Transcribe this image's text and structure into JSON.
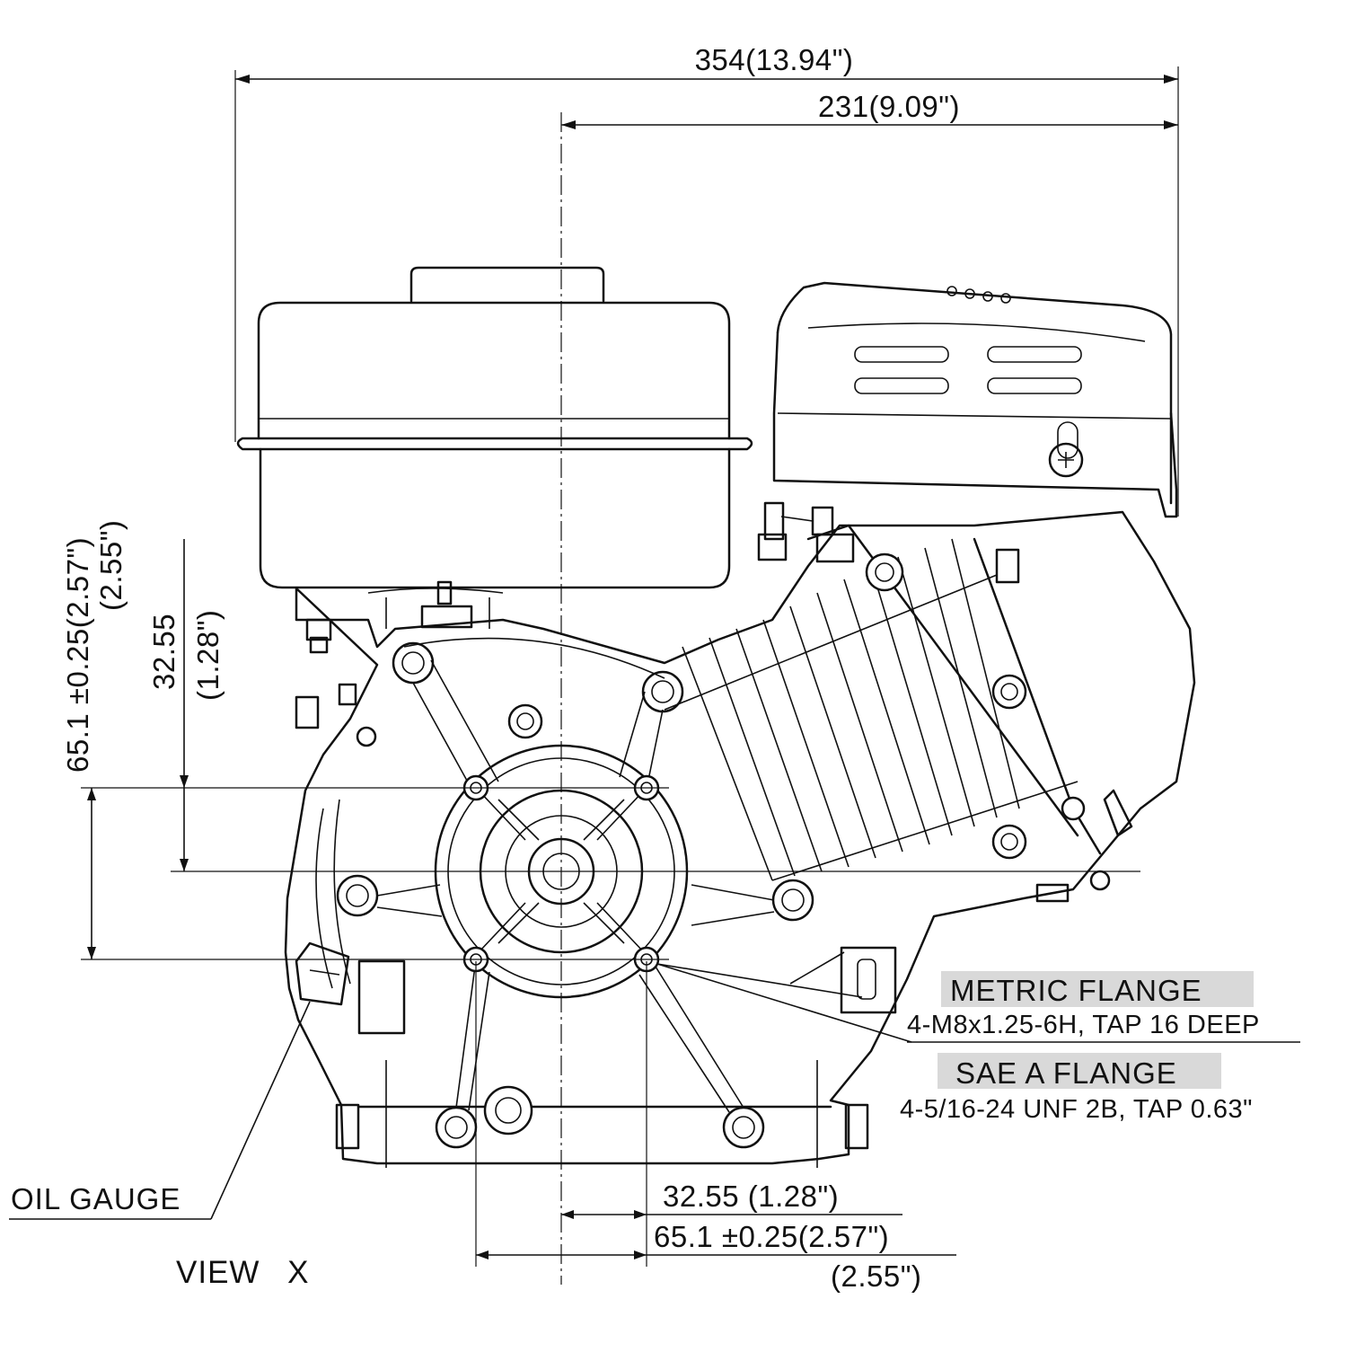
{
  "drawing": {
    "overall_width": "354(13.94\")",
    "shaft_to_right": "231(9.09\")",
    "vert_bolt_spacing": "65.1 ±0.25(2.57\")",
    "vert_bolt_spacing_alt": "(2.55\")",
    "vert_half_spacing": "32.55",
    "vert_half_spacing_in": "(1.28\")",
    "horiz_half_spacing": "32.55 (1.28\")",
    "horiz_bolt_spacing": "65.1 ±0.25(2.57\")",
    "horiz_bolt_spacing_alt": "(2.55\")",
    "metric_flange_title": "METRIC FLANGE",
    "metric_flange_spec": "4-M8x1.25-6H, TAP 16 DEEP",
    "sae_flange_title": "SAE A FLANGE",
    "sae_flange_spec": "4-5/16-24 UNF 2B, TAP 0.63\"",
    "oil_gauge": "OIL GAUGE",
    "view_label": "VIEW X"
  },
  "colors": {
    "line": "#111111",
    "label_highlight": "#d9d9d9",
    "background": "#ffffff"
  }
}
